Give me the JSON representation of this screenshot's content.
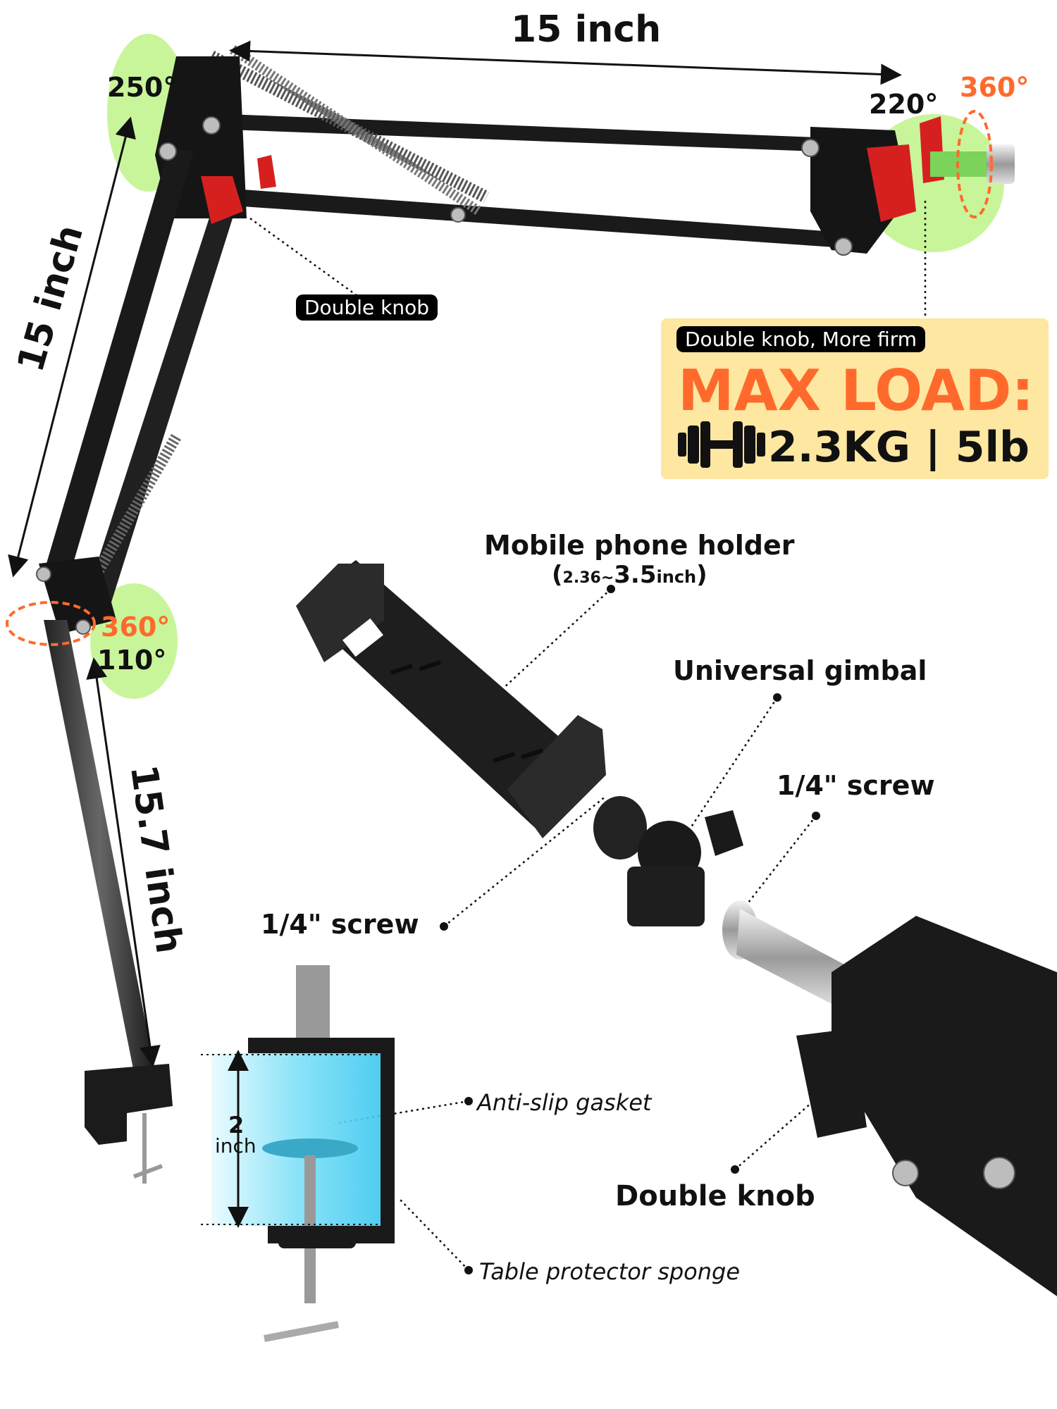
{
  "dimensions": {
    "arm_top": "15 inch",
    "arm_upper": "15 inch",
    "arm_lower": "15.7 inch",
    "clamp_opening_value": "2",
    "clamp_opening_unit": "inch"
  },
  "angles": {
    "top_left": "250°",
    "top_right": "220°",
    "top_right_rotate": "360°",
    "bottom_rotate": "360°",
    "bottom": "110°"
  },
  "callouts": {
    "double_knob_top": "Double knob",
    "double_knob_firm": "Double knob, More firm",
    "phone_holder_title": "Mobile phone holder",
    "phone_holder_range_small": "2.36~",
    "phone_holder_range_big": "3.5",
    "phone_holder_range_unit": "inch",
    "universal_gimbal": "Universal gimbal",
    "screw_right": "1/4\" screw",
    "screw_left": "1/4\" screw",
    "anti_slip": "Anti-slip gasket",
    "sponge": "Table protector sponge",
    "double_knob_bottom": "Double knob"
  },
  "max_load": {
    "heading": "MAX LOAD:",
    "kg": "2.3KG",
    "separator": "|",
    "lb": "5lb"
  },
  "colors": {
    "accent_orange": "#ff6a2c",
    "highlight_green": "#c8f59a",
    "load_box_bg": "#fde7a1",
    "knob_red": "#d62020",
    "sponge_blue": "#5fd4f5"
  },
  "icons": [
    "dumbbell-icon",
    "rotate-arrow-icon"
  ]
}
